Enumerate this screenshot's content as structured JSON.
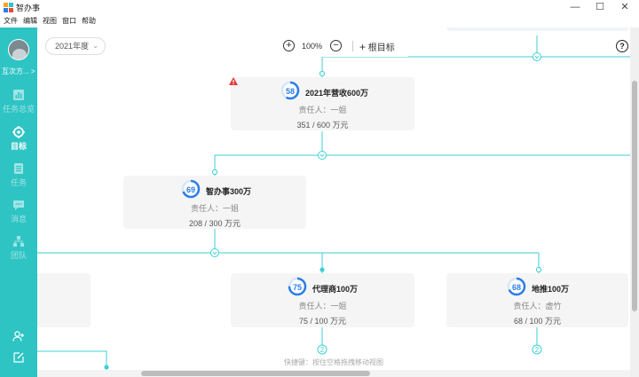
{
  "window": {
    "title": "智办事",
    "brand_colors": [
      "#2ec4c4",
      "#2b7de9"
    ]
  },
  "menu": [
    "文件",
    "编辑",
    "视图",
    "窗口",
    "帮助"
  ],
  "sidebar": {
    "team": "互次方... >",
    "items": [
      {
        "label": "任务总览",
        "icon": "chart-icon"
      },
      {
        "label": "目标",
        "icon": "target-icon",
        "active": true
      },
      {
        "label": "任务",
        "icon": "task-list-icon"
      },
      {
        "label": "消息",
        "icon": "message-icon"
      },
      {
        "label": "团队",
        "icon": "team-icon"
      }
    ]
  },
  "toolbar": {
    "year": "2021年度",
    "zoom": "100%",
    "root_goal": "根目标"
  },
  "goals": [
    {
      "progress": "58",
      "progress_value": 58,
      "title": "2021年营收600万",
      "owner": "责任人：一姐",
      "amount": "351 / 600 万元",
      "warning": true
    },
    {
      "progress": "69",
      "progress_value": 69,
      "title": "智办事300万",
      "owner": "责任人：一姐",
      "amount": "208 / 300 万元"
    },
    {
      "progress": "75",
      "progress_value": 75,
      "title": "代理商100万",
      "owner": "责任人：一姐",
      "amount": "75 / 100 万元"
    },
    {
      "progress": "68",
      "progress_value": 68,
      "title": "地推100万",
      "owner": "责任人：虚竹",
      "amount": "68 / 100 万元"
    }
  ],
  "child_counts": [
    "2",
    "2"
  ],
  "hint": "快捷键：按住空格拖拽移动视图"
}
